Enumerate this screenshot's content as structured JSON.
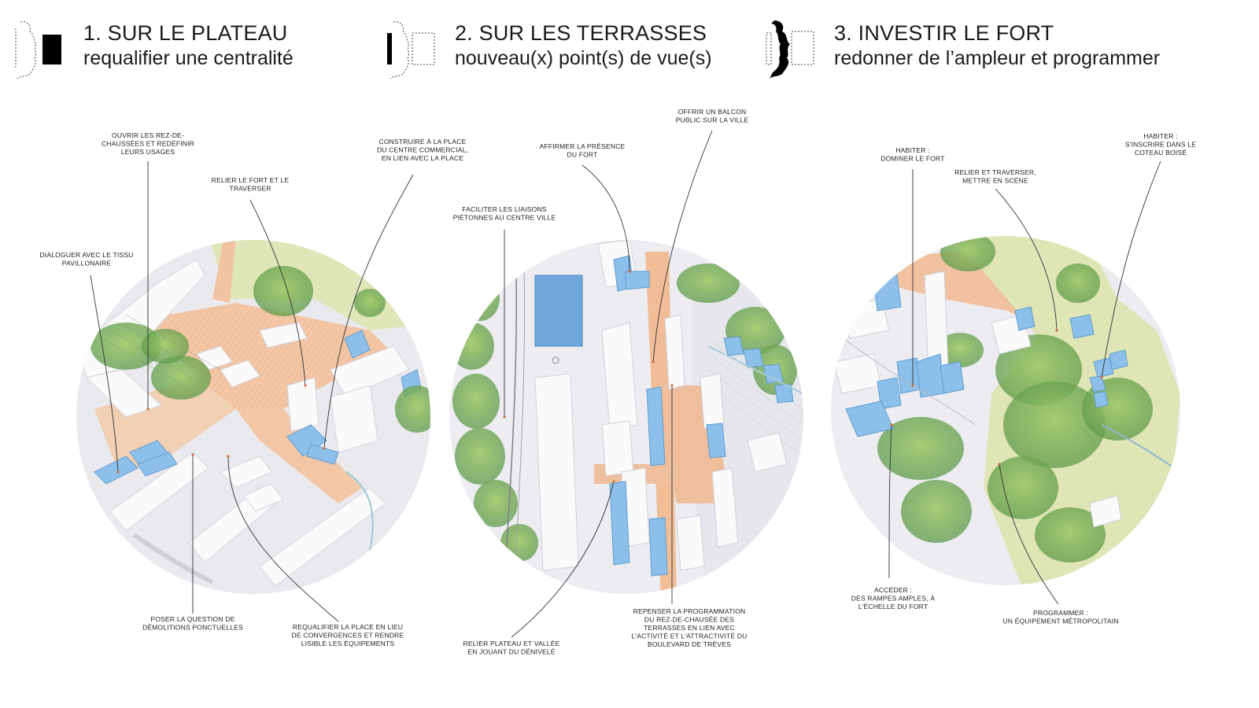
{
  "panels": [
    {
      "title": "1. SUR LE PLATEAU",
      "subtitle": "requalifier une centralité",
      "annotations": [
        [
          "OUVRIR LES REZ-DE-",
          "CHAUSSÉES ET REDÉFINIR",
          "LEURS USAGES"
        ],
        [
          "CONSTRUIRE À LA PLACE",
          "DU CENTRE COMMERCIAL,",
          "EN LIEN AVEC LA PLACE"
        ],
        [
          "RELIER LE FORT ET LE",
          "TRAVERSER"
        ],
        [
          "DIALOGUER AVEC LE TISSU",
          "PAVILLONAIRE"
        ],
        [
          "POSER LA QUESTION DE",
          "DÉMOLITIONS PONCTUELLES"
        ],
        [
          "REQUALIFIER LA PLACE EN LIEU",
          "DE CONVERGENCES ET RENDRE",
          "LISIBLE LES ÉQUIPEMENTS"
        ]
      ]
    },
    {
      "title": "2. SUR LES TERRASSES",
      "subtitle": "nouveau(x) point(s) de vue(s)",
      "annotations": [
        [
          "OFFRIR UN BALCON",
          "PUBLIC SUR LA VILLE"
        ],
        [
          "AFFIRMER LA PRÉSENCE",
          "DU  FORT"
        ],
        [
          "FACILITER LES LIAISONS",
          "PIÉTONNES AU CENTRE VILLE"
        ],
        [
          "RELIER PLATEAU ET VALLÉE",
          "EN JOUANT DU DÉNIVELÉ"
        ],
        [
          "REPENSER LA PROGRAMMATION",
          "DU REZ-DE-CHAUSÉE DES",
          "TERRASSES EN LIEN AVEC",
          "L'ACTIVITÉ ET L'ATTRACTIVITÉ DU",
          "BOULEVARD DE TRÈVES"
        ]
      ]
    },
    {
      "title": "3. INVESTIR LE FORT",
      "subtitle": "redonner de l’ampleur et programmer",
      "annotations": [
        [
          "HABITER :",
          "DOMINER LE FORT"
        ],
        [
          "HABITER :",
          "S'INSCRIRE DANS LE",
          "COTEAU BOISÉ"
        ],
        [
          "RELIER ET TRAVERSER,",
          "METTRE EN SCÈNE"
        ],
        [
          "ACCÉDER :",
          "DES RAMPES AMPLES, À",
          "L'ÉCHELLE DU FORT"
        ],
        [
          "PROGRAMMER :",
          "UN ÉQUIPEMENT MÉTROPOLITAIN"
        ]
      ]
    }
  ],
  "icons": [
    "site-key-plateau-icon",
    "site-key-terraces-icon",
    "site-key-fort-icon"
  ],
  "colors": {
    "pedestrian_surface": "#f0b48a",
    "new_building": "#7eb6e4",
    "existing_building": "#f4f4f6",
    "vegetation": "#8dbb5e",
    "leader_line": "#333333"
  }
}
